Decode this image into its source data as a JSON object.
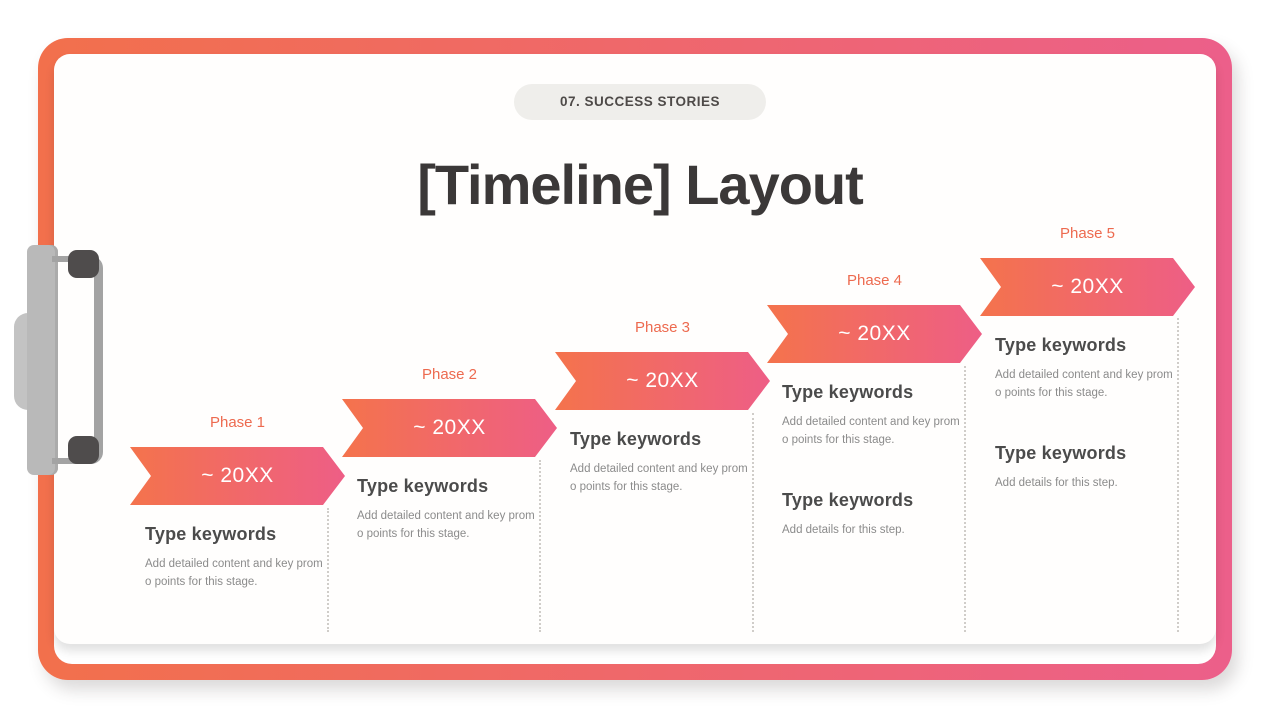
{
  "slide": {
    "badge": "07. SUCCESS STORIES",
    "title": "[Timeline] Layout"
  },
  "colors": {
    "frame_gradient_start": "#F2704C",
    "frame_gradient_end": "#EC5F8A",
    "arrow_gradient_start": "#F4734C",
    "arrow_gradient_end": "#EE5E86",
    "phase_label": "#ED6A4F",
    "badge_bg": "#EFEEEB",
    "title_text": "#3B3838",
    "heading_text": "#4B4B4B",
    "desc_text": "#8B8B8B"
  },
  "icons": {
    "clip": "clipboard-clip"
  },
  "phases": [
    {
      "label": "Phase 1",
      "year": "~ 20XX",
      "sections": [
        {
          "heading": "Type keywords",
          "desc": "Add detailed content and key prom\no points for this stage."
        }
      ]
    },
    {
      "label": "Phase 2",
      "year": "~ 20XX",
      "sections": [
        {
          "heading": "Type keywords",
          "desc": "Add detailed content and key prom\no points for this stage."
        }
      ]
    },
    {
      "label": "Phase 3",
      "year": "~ 20XX",
      "sections": [
        {
          "heading": "Type keywords",
          "desc": "Add detailed content and key prom\no points for this stage."
        }
      ]
    },
    {
      "label": "Phase 4",
      "year": "~ 20XX",
      "sections": [
        {
          "heading": "Type keywords",
          "desc": "Add detailed content and key prom\no points for this stage."
        },
        {
          "heading": "Type keywords",
          "desc": "Add details for this step."
        }
      ]
    },
    {
      "label": "Phase 5",
      "year": "~ 20XX",
      "sections": [
        {
          "heading": "Type keywords",
          "desc": "Add detailed content and key prom\no points for this stage."
        },
        {
          "heading": "Type keywords",
          "desc": "Add details for this step."
        }
      ]
    }
  ]
}
